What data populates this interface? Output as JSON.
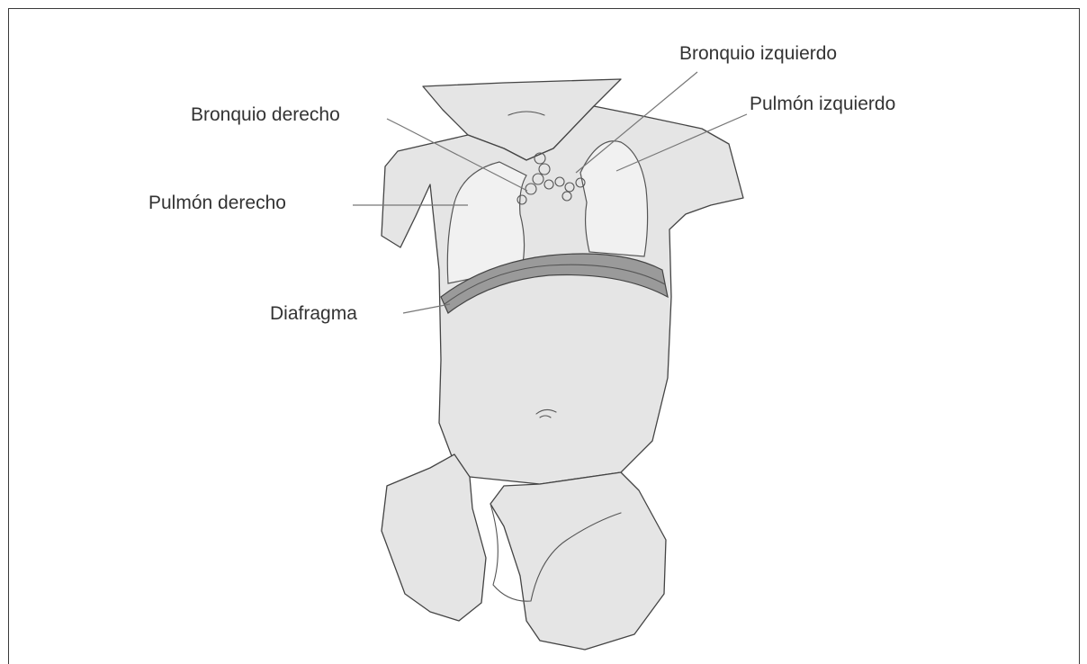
{
  "labels": {
    "bronquio_izquierdo": "Bronquio izquierdo",
    "pulmon_izquierdo": "Pulmón izquierdo",
    "bronquio_derecho": "Bronquio derecho",
    "pulmon_derecho": "Pulmón derecho",
    "diafragma": "Diafragma"
  },
  "colors": {
    "body": "#e5e5e5",
    "lung": "#f1f1f1",
    "diaphragm": "#9a9a9a",
    "outline": "#444444",
    "text": "#333333"
  }
}
